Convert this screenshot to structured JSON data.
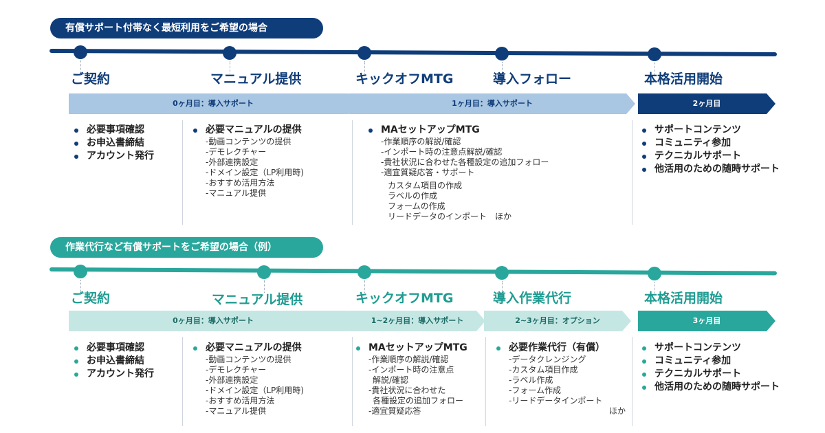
{
  "top": {
    "header": "有償サポート付帯なく最短利用をご希望の場合",
    "phases": [
      "ご契約",
      "マニュアル提供",
      "キックオフMTG",
      "導入フォロー",
      "本格活用開始"
    ],
    "bands": [
      "0ヶ月目：導入サポート",
      "1ヶ月目：導入サポート",
      "2ヶ月目"
    ],
    "col1": {
      "bullets": [
        "必要事項確認",
        "お申込書締結",
        "アカウント発行"
      ]
    },
    "col2": {
      "title": "必要マニュアルの提供",
      "items": [
        "-動画コンテンツの提供",
        "-デモレクチャー",
        "-外部連携設定",
        "-ドメイン設定（LP利用時)",
        "-おすすめ活用方法",
        "-マニュアル提供"
      ]
    },
    "col3": {
      "title": "MAセットアップMTG",
      "items": [
        "-作業順序の解説/確認",
        "-インポート時の注意点解説/確認",
        "-貴社状況に合わせた各種設定の追加フォロー",
        "-適宜質疑応答・サポート"
      ],
      "subitems": [
        "カスタム項目の作成",
        "ラベルの作成",
        "フォームの作成",
        "リードデータのインポート　ほか"
      ]
    },
    "col5": {
      "bullets": [
        "サポートコンテンツ",
        "コミュニティ参加",
        "テクニカルサポート",
        "他活用のための随時サポート"
      ]
    }
  },
  "bottom": {
    "header": "作業代行など有償サポートをご希望の場合（例）",
    "phases": [
      "ご契約",
      "マニュアル提供",
      "キックオフMTG",
      "導入作業代行",
      "本格活用開始"
    ],
    "bands": [
      "0ヶ月目：導入サポート",
      "1~2ヶ月目：導入サポート",
      "2~3ヶ月目：オプション",
      "3ヶ月目"
    ],
    "col1": {
      "bullets": [
        "必要事項確認",
        "お申込書締結",
        "アカウント発行"
      ]
    },
    "col2": {
      "title": "必要マニュアルの提供",
      "items": [
        "-動画コンテンツの提供",
        "-デモレクチャー",
        "-外部連携設定",
        "-ドメイン設定（LP利用時)",
        "-おすすめ活用方法",
        "-マニュアル提供"
      ]
    },
    "col3": {
      "title": "MAセットアップMTG",
      "items": [
        "-作業順序の解説/確認",
        "-インポート時の注意点",
        "解説/確認",
        "-貴社状況に合わせた",
        "各種設定の追加フォロー",
        "-適宜質疑応答"
      ]
    },
    "col4": {
      "title": "必要作業代行（有償）",
      "items": [
        "-データクレンジング",
        "-カスタム項目作成",
        "-ラベル作成",
        "-フォーム作成",
        "-リードデータインポート"
      ],
      "tail": "ほか"
    },
    "col5": {
      "bullets": [
        "サポートコンテンツ",
        "コミュニティ参加",
        "テクニカルサポート",
        "他活用のための随時サポート"
      ]
    }
  },
  "colors": {
    "navy": "#0f3d7a",
    "teal": "#2aa79c",
    "light_navy": "#a9c6e2",
    "light_teal": "#c5e7e4"
  }
}
